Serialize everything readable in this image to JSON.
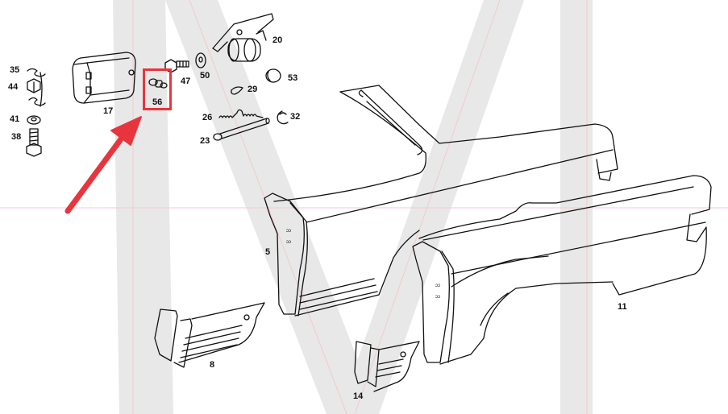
{
  "diagram": {
    "type": "exploded parts diagram",
    "subject": "rear quarter panel / fender and fuel filler flap assembly",
    "watermark_letter": "M",
    "watermark_color": "#e6e6e6",
    "watermark_line_color": "#f2c6c6",
    "line_color": "#111111",
    "highlight": {
      "part": "56",
      "color": "#e8353d"
    },
    "arrow": {
      "color": "#e8353d",
      "points_to": "56"
    },
    "parts": [
      {
        "id": "35",
        "label": "35",
        "desc": "spring"
      },
      {
        "id": "44",
        "label": "44",
        "desc": "hex nut"
      },
      {
        "id": "41",
        "label": "41",
        "desc": "washer"
      },
      {
        "id": "38",
        "label": "38",
        "desc": "bolt"
      },
      {
        "id": "17",
        "label": "17",
        "desc": "fuel filler flap"
      },
      {
        "id": "56",
        "label": "56",
        "desc": "buffer"
      },
      {
        "id": "47",
        "label": "47",
        "desc": "screw"
      },
      {
        "id": "50",
        "label": "50",
        "desc": "washer"
      },
      {
        "id": "20",
        "label": "20",
        "desc": "hinge"
      },
      {
        "id": "53",
        "label": "53",
        "desc": "plug"
      },
      {
        "id": "29",
        "label": "29",
        "desc": "clip"
      },
      {
        "id": "26",
        "label": "26",
        "desc": "spring"
      },
      {
        "id": "32",
        "label": "32",
        "desc": "circlip"
      },
      {
        "id": "23",
        "label": "23",
        "desc": "pin"
      },
      {
        "id": "5",
        "label": "5",
        "desc": "side panel"
      },
      {
        "id": "11",
        "label": "11",
        "desc": "side panel"
      },
      {
        "id": "8",
        "label": "8",
        "desc": "repair section"
      },
      {
        "id": "14",
        "label": "14",
        "desc": "repair section"
      }
    ]
  }
}
